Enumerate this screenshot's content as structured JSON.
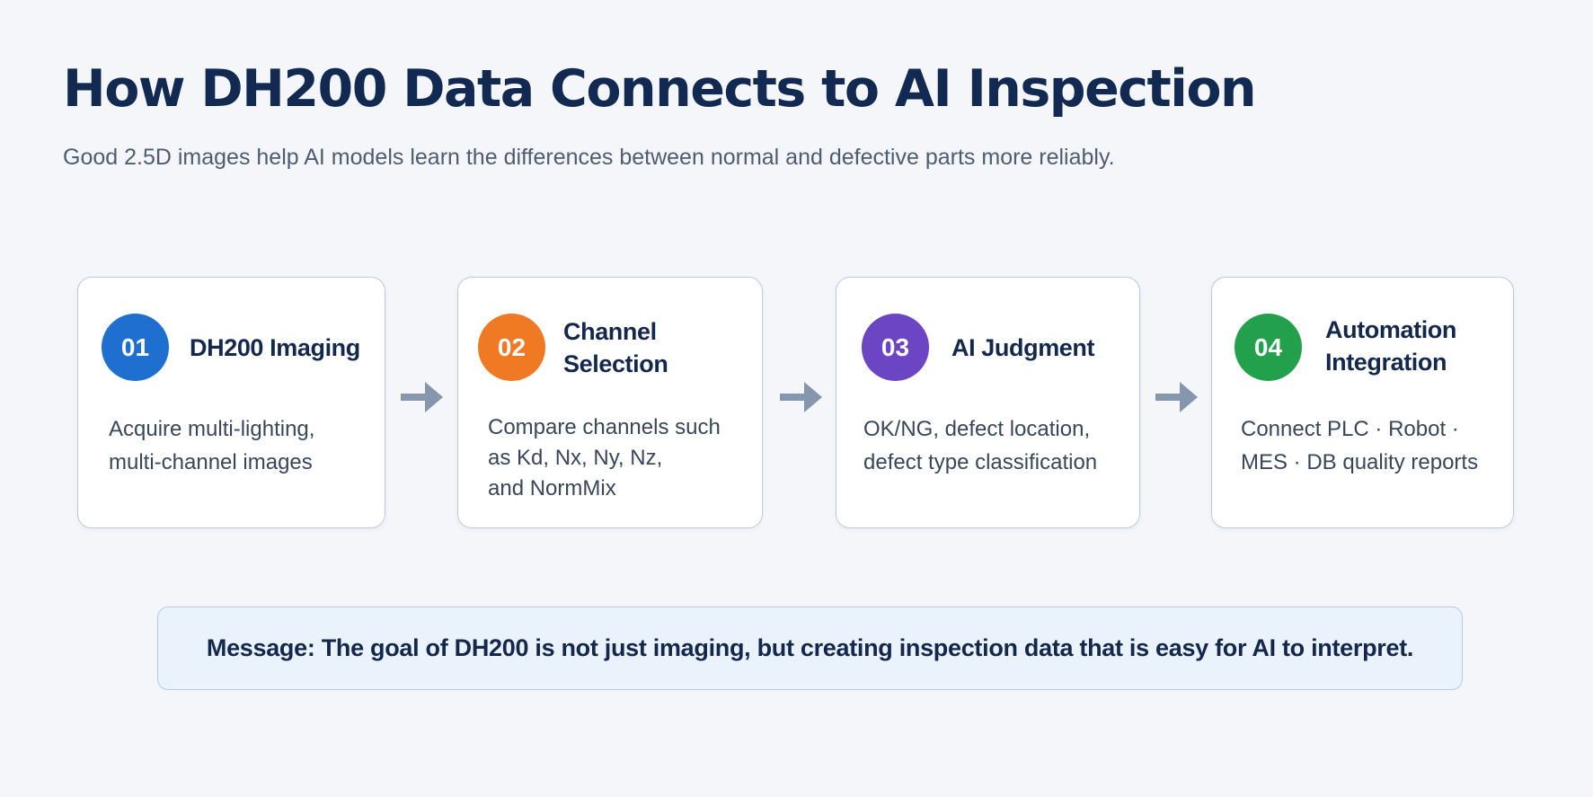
{
  "header": {
    "title": "How DH200 Data Connects to AI Inspection",
    "subtitle": "Good 2.5D images help AI models learn the differences between normal and defective parts more reliably."
  },
  "steps": [
    {
      "number": "01",
      "title": "DH200 Imaging",
      "description": "Acquire multi-lighting,\nmulti-channel images",
      "color": "#1f6fd1"
    },
    {
      "number": "02",
      "title": "Channel Selection",
      "description": "Compare channels such\nas Kd, Nx, Ny, Nz,\nand NormMix",
      "color": "#f07a24"
    },
    {
      "number": "03",
      "title": "AI Judgment",
      "description": "OK/NG, defect location,\ndefect type classification",
      "color": "#6b45c4"
    },
    {
      "number": "04",
      "title": "Automation\nIntegration",
      "description": "Connect PLC · Robot ·\nMES · DB quality reports",
      "color": "#22a04b"
    }
  ],
  "arrow_icon": "arrow-right-icon",
  "arrow_color": "#8596ad",
  "message": {
    "text": "Message: The goal of DH200 is not just imaging, but creating inspection data that is easy for AI to interpret."
  }
}
